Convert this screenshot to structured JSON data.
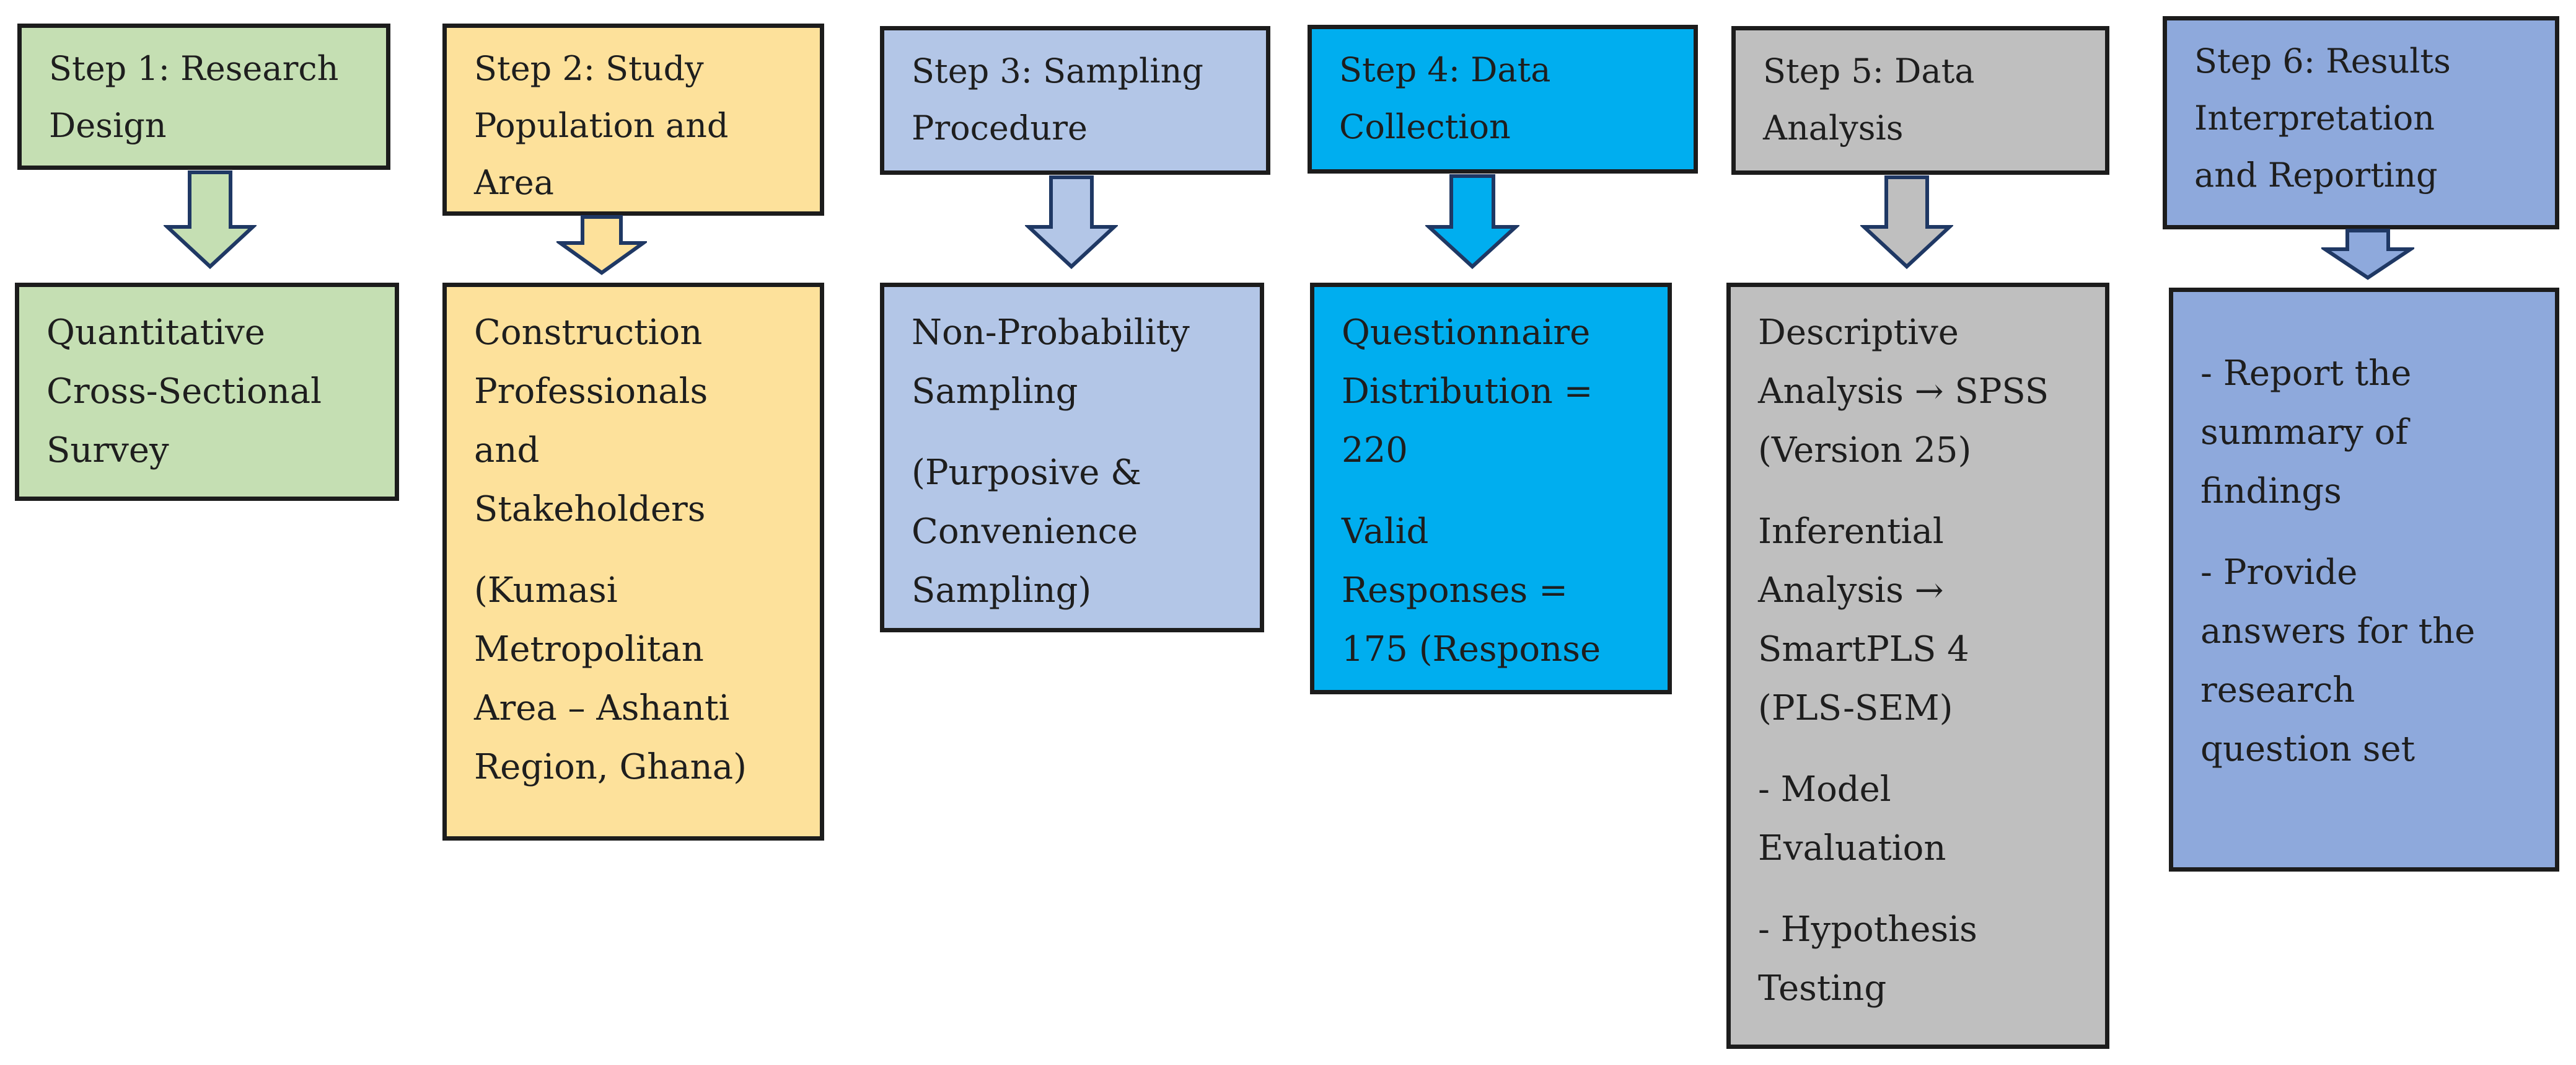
{
  "colors": {
    "step1": "#c5dfb3",
    "step2": "#fde19b",
    "step3": "#b3c6e7",
    "step4": "#00aeef",
    "step5": "#bfbfbf",
    "step6": "#8ea9dc",
    "border": "#1c1c1c",
    "arrow_stroke": "#1f3864"
  },
  "steps": [
    {
      "title_lines": [
        "Step 1: Research",
        "Design"
      ],
      "content": [
        [
          "Quantitative",
          "Cross-Sectional",
          "Survey"
        ]
      ]
    },
    {
      "title_lines": [
        "Step 2: Study",
        "Population and",
        "Area"
      ],
      "content": [
        [
          "Construction",
          "Professionals",
          "and",
          "Stakeholders"
        ],
        [
          "(Kumasi",
          "Metropolitan",
          "Area – Ashanti",
          "Region, Ghana)"
        ]
      ]
    },
    {
      "title_lines": [
        "Step 3: Sampling",
        "Procedure"
      ],
      "content": [
        [
          "Non-Probability",
          "Sampling"
        ],
        [
          "(Purposive &",
          "Convenience",
          "Sampling)"
        ]
      ]
    },
    {
      "title_lines": [
        "Step 4: Data",
        "Collection"
      ],
      "content": [
        [
          "Questionnaire",
          "Distribution =",
          "220"
        ],
        [
          "Valid",
          "Responses =",
          "175 (Response"
        ]
      ]
    },
    {
      "title_lines": [
        "Step 5: Data",
        "Analysis"
      ],
      "content": [
        [
          "Descriptive",
          "Analysis → SPSS",
          "(Version 25)"
        ],
        [
          "Inferential",
          "Analysis →",
          "SmartPLS 4",
          "(PLS-SEM)"
        ],
        [
          "- Model",
          "Evaluation"
        ],
        [
          "- Hypothesis",
          "Testing"
        ]
      ]
    },
    {
      "title_lines": [
        "Step 6: Results",
        "Interpretation",
        "and Reporting"
      ],
      "content": [
        [
          "- Report the",
          "summary of",
          "findings"
        ],
        [
          "- Provide",
          "answers for the",
          "research",
          "question set"
        ]
      ]
    }
  ]
}
